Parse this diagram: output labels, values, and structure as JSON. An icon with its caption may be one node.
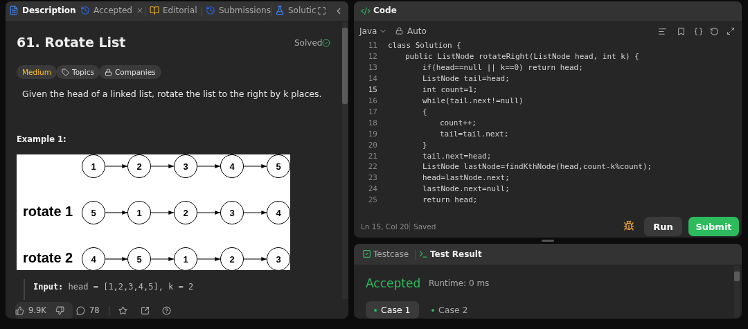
{
  "diagram": {
    "nodes": [
      {
        "text": [
          "1"
        ]
      },
      {
        "text": [
          "2"
        ]
      },
      {
        "text": [
          "3"
        ]
      },
      {
        "text": [
          "4"
        ]
      },
      {
        "text": [
          "5"
        ]
      },
      {
        "text": [
          "5"
        ]
      },
      {
        "text": [
          "1"
        ]
      },
      {
        "text": [
          "2"
        ]
      },
      {
        "text": [
          "3"
        ]
      },
      {
        "text": [
          "4"
        ]
      },
      {
        "text": [
          "4"
        ]
      },
      {
        "text": [
          "5"
        ]
      },
      {
        "text": [
          "1"
        ]
      },
      {
        "text": [
          "2"
        ]
      },
      {
        "text": [
          "3"
        ]
      }
    ],
    "edges": [
      {
        "from": 0,
        "to": 1,
        "arrow": "to"
      },
      {
        "from": 1,
        "to": 2,
        "arrow": "to"
      },
      {
        "from": 2,
        "to": 3,
        "arrow": "to"
      },
      {
        "from": 3,
        "to": 4,
        "arrow": "to"
      },
      {
        "from": 5,
        "to": 6,
        "arrow": "to"
      },
      {
        "from": 6,
        "to": 7,
        "arrow": "to"
      },
      {
        "from": 7,
        "to": 8,
        "arrow": "to"
      },
      {
        "from": 8,
        "to": 9,
        "arrow": "to"
      },
      {
        "from": 10,
        "to": 11,
        "arrow": "to"
      },
      {
        "from": 11,
        "to": 12,
        "arrow": "to"
      },
      {
        "from": 12,
        "to": 13,
        "arrow": "to"
      },
      {
        "from": 13,
        "to": 14,
        "arrow": "to"
      }
    ],
    "labels": [
      "Description",
      "Accepted",
      "Editorial",
      "Submissions",
      "Solutic",
      "61. Rotate List",
      "Solved",
      "Medium",
      "Topics",
      "Companies",
      "Given the head of a linked list, rotate the list to the right by k places.",
      "Example 1:",
      "rotate 1",
      "rotate 2",
      "**Input:** head = [1,2,3,4,5], k = 2",
      "9.9K",
      "78",
      "Code",
      "Java",
      "Auto",
      "11",
      "class Solution {",
      "12",
      "public ListNode rotateRight(ListNode head, int k) {",
      "13",
      "if(head==null || k==0) return head;",
      "14",
      "ListNode tail=head;",
      "15",
      "int count=1;",
      "16",
      "while(tail.next!=null)",
      "17",
      "{",
      "18",
      "count++;",
      "19",
      "tail=tail.next;",
      "20",
      "}",
      "21",
      "tail.next=head;",
      "22",
      "ListNode lastNode=findKthNode(head,count-k%count);",
      "23",
      "head=lastNode.next;",
      "24",
      "lastNode.next=null;",
      "25",
      "return head;",
      "Ln 15, Col 20",
      "Saved",
      "Run",
      "Submit",
      "Testcase",
      "Test Result",
      "Accepted",
      "Runtime: 0 ms",
      "Case 1",
      "Case 2"
    ]
  }
}
